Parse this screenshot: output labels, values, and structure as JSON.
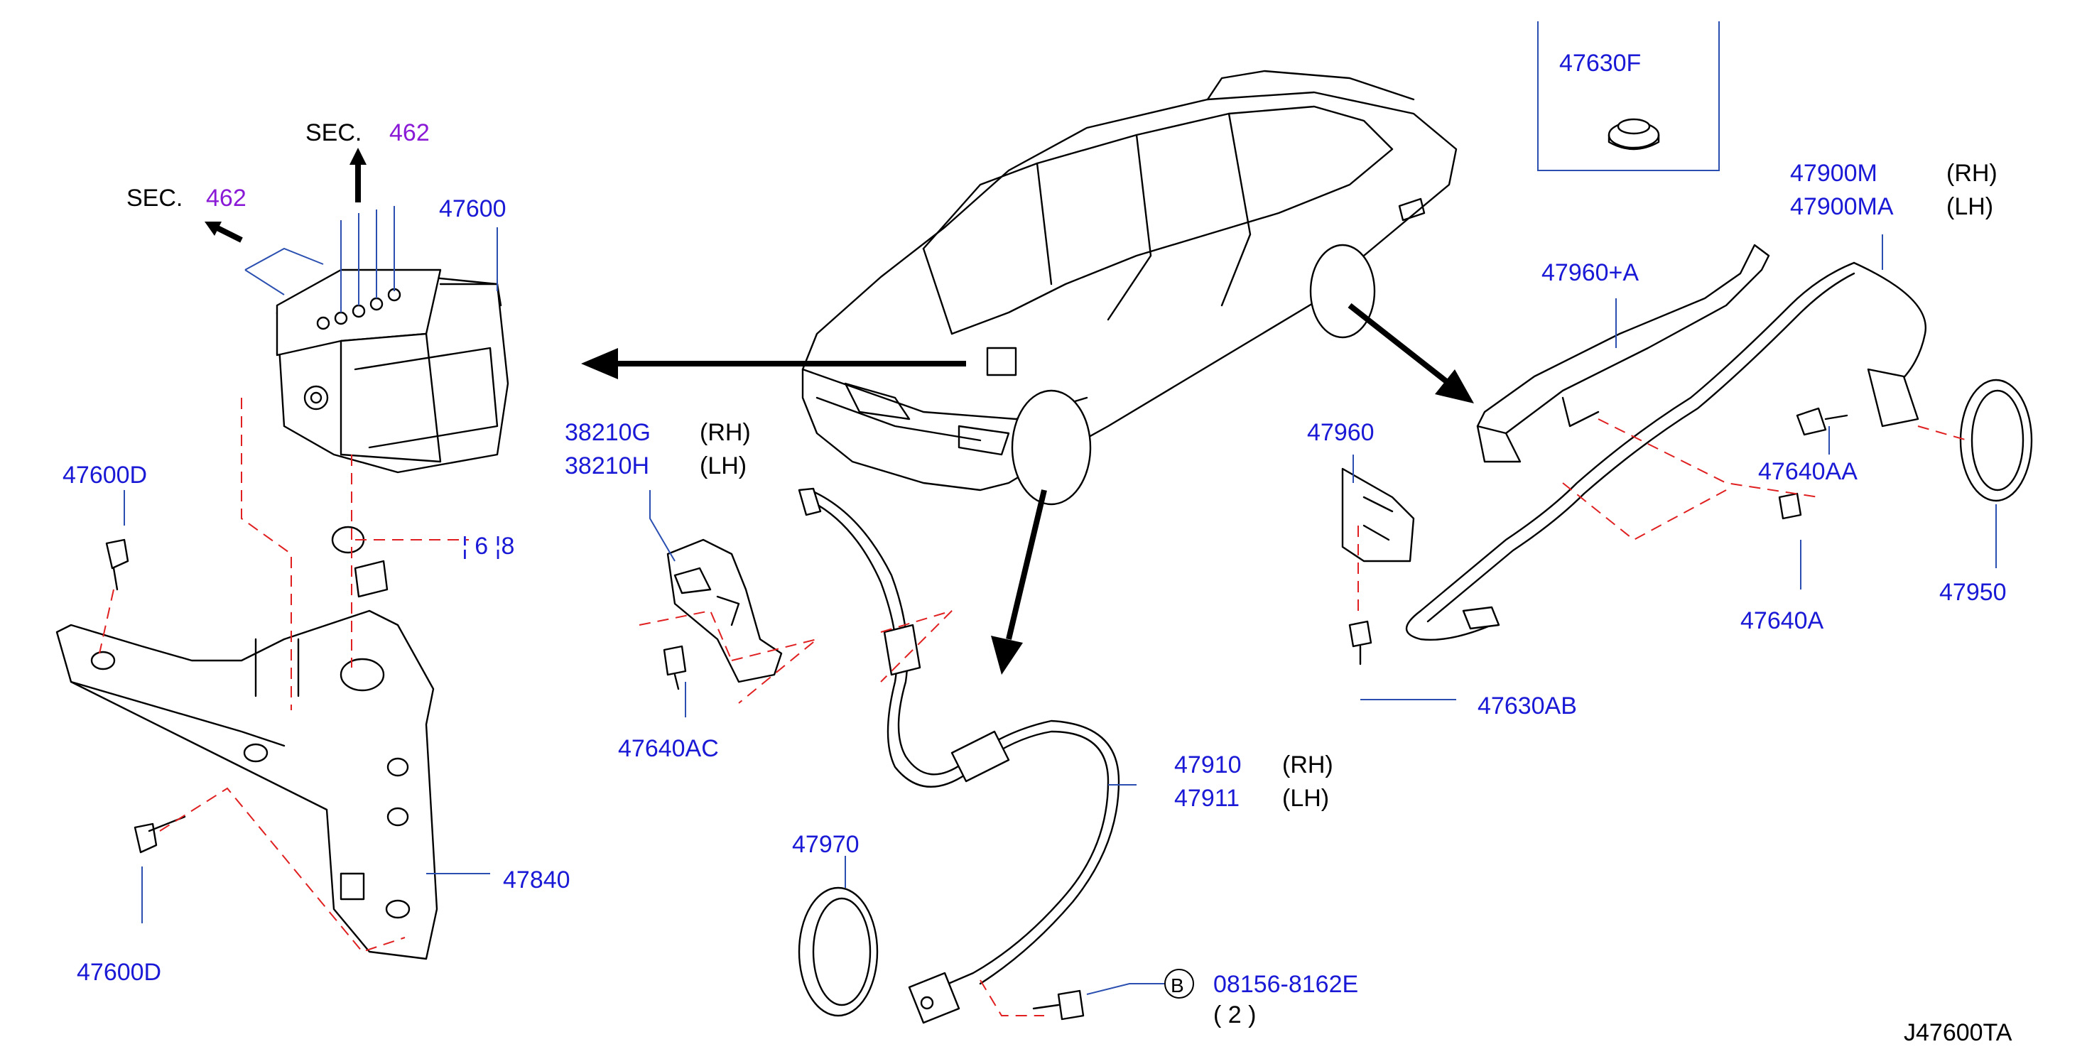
{
  "labels": {
    "sec_a": "SEC.",
    "sec_a_num": "462",
    "sec_b": "SEC.",
    "sec_b_num": "462",
    "p47600": "47600",
    "p47600D_top": "47600D",
    "p47600D_bottom": "47600D",
    "p47840": "47840",
    "p468": "¦ 6 ¦8",
    "p38210G": "38210G",
    "rh1": "(RH)",
    "p38210H": "38210H",
    "lh1": "(LH)",
    "p47640AC": "47640AC",
    "p47970": "47970",
    "p47910": "47910",
    "rh2": "(RH)",
    "p47911": "47911",
    "lh2": "(LH)",
    "circle_b": "B",
    "p08156": "08156-8162E",
    "qty": "( 2 )",
    "p47630F": "47630F",
    "p47900M": "47900M",
    "rh3": "(RH)",
    "p47900MA": "47900MA",
    "lh3": "(LH)",
    "p47960A": "47960+A",
    "p47960": "47960",
    "p47640AA": "47640AA",
    "p47640A": "47640A",
    "p47950": "47950",
    "p47630AB": "47630AB",
    "diagram_code": "J47600TA"
  },
  "colors": {
    "part_number": "#1a1ad6",
    "section_ref": "#8a1ad6",
    "leader": "#2a4fb0",
    "dashed": "#e02020",
    "line": "#000000"
  }
}
